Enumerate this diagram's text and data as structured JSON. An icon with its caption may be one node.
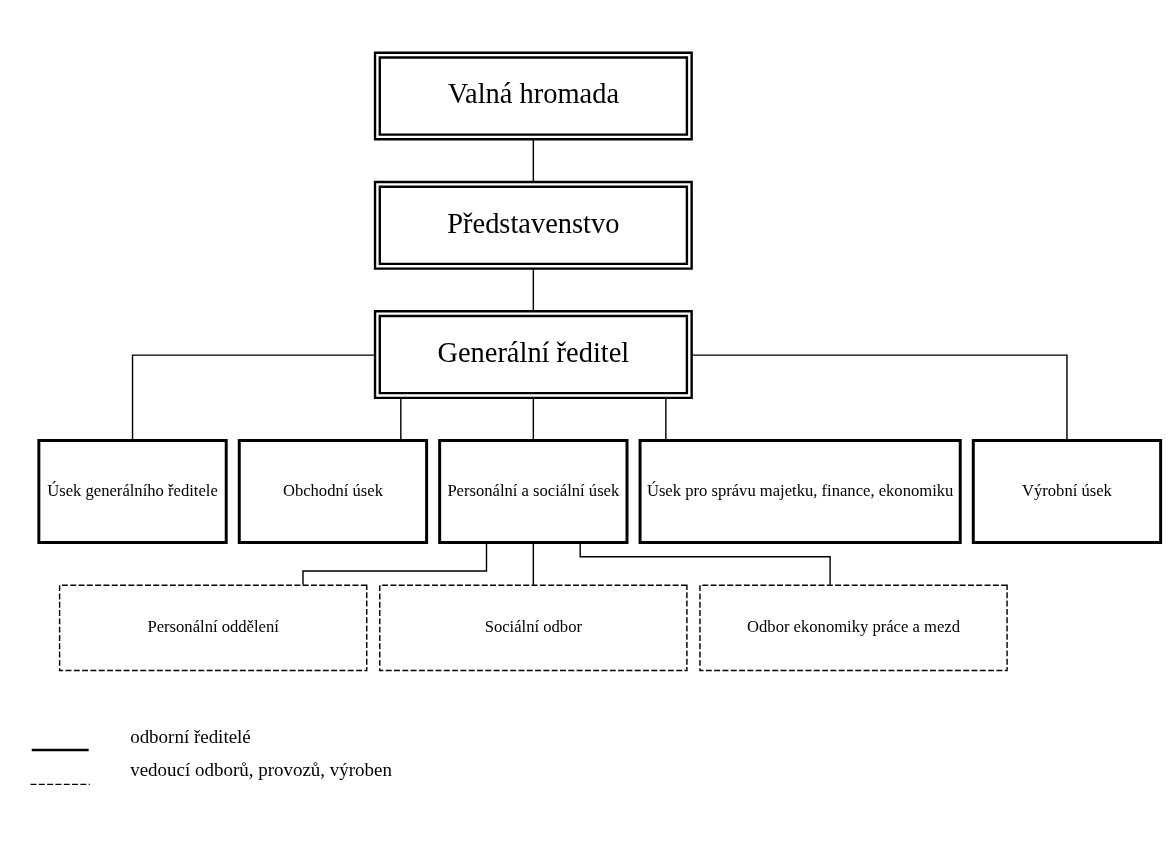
{
  "diagram": {
    "nodes": [
      {
        "text": [
          "Valná hromada"
        ]
      },
      {
        "text": [
          "Představenstvo"
        ]
      },
      {
        "text": [
          "Generální ředitel"
        ]
      },
      {
        "text": [
          "Úsek generálního ředitele"
        ]
      },
      {
        "text": [
          "Obchodní úsek"
        ]
      },
      {
        "text": [
          "Personální a sociální úsek"
        ]
      },
      {
        "text": [
          "Úsek pro správu majetku, finance, ekonomiku"
        ]
      },
      {
        "text": [
          "Výrobní úsek"
        ]
      },
      {
        "text": [
          "Personální oddělení"
        ]
      },
      {
        "text": [
          "Sociální odbor"
        ]
      },
      {
        "text": [
          "Odbor ekonomiky práce a mezd"
        ]
      }
    ],
    "edges": [
      {
        "from": 0,
        "to": 1,
        "arrow": "none"
      },
      {
        "from": 1,
        "to": 2,
        "arrow": "none"
      },
      {
        "from": 2,
        "to": 3,
        "arrow": "none"
      },
      {
        "from": 2,
        "to": 4,
        "arrow": "none"
      },
      {
        "from": 2,
        "to": 5,
        "arrow": "none"
      },
      {
        "from": 2,
        "to": 6,
        "arrow": "none"
      },
      {
        "from": 2,
        "to": 7,
        "arrow": "none"
      },
      {
        "from": 5,
        "to": 8,
        "arrow": "none"
      },
      {
        "from": 5,
        "to": 9,
        "arrow": "none"
      },
      {
        "from": 5,
        "to": 10,
        "arrow": "none"
      }
    ],
    "legend": [
      {
        "text": "odborní ředitelé"
      },
      {
        "text": "vedoucí odborů, provozů, výroben"
      }
    ]
  }
}
